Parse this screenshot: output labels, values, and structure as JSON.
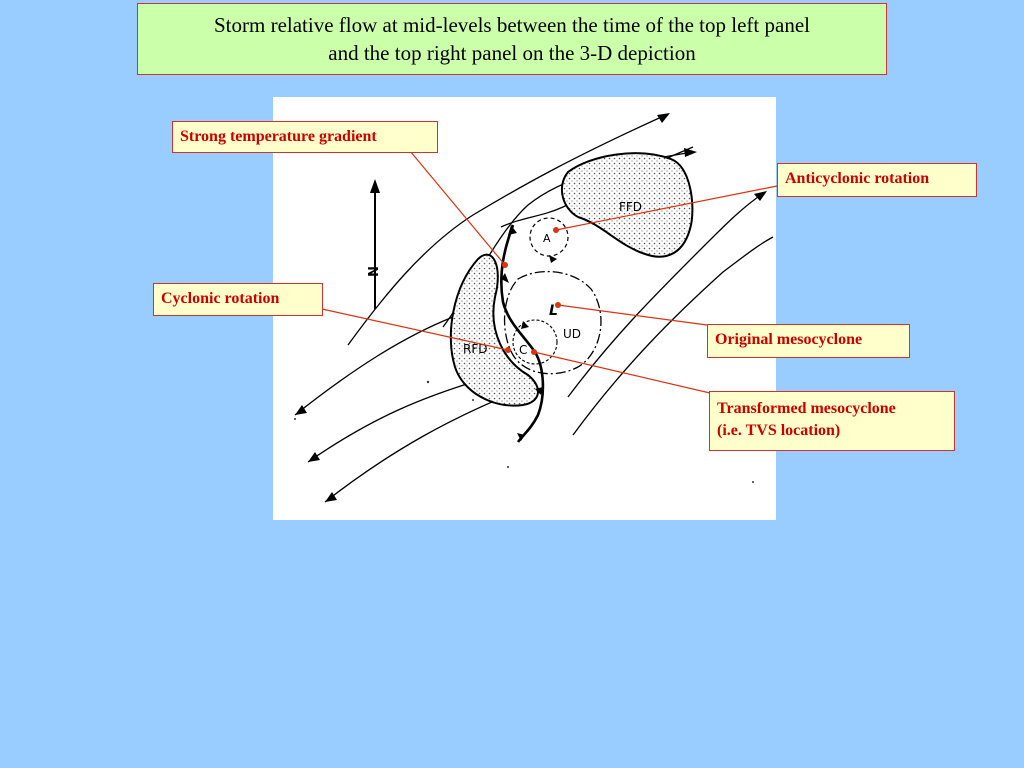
{
  "title": {
    "line1": "Storm relative flow at mid-levels between the time of the top left panel",
    "line2": "and the top right panel on the 3-D depiction"
  },
  "diagram": {
    "north_label": "N",
    "ffd_label": "FFD",
    "rfd_label": "RFD",
    "ud_label": "UD",
    "anticyclone_label": "A",
    "cyclone_label": "C",
    "low_label": "L"
  },
  "annotations": {
    "strong_gradient": "Strong temperature gradient",
    "anticyclonic": "Anticyclonic rotation",
    "cyclonic": "Cyclonic rotation",
    "original_meso": "Original mesocyclone",
    "transformed_line1": "Transformed mesocyclone",
    "transformed_line2": "(i.e. TVS location)"
  },
  "colors": {
    "background": "#99ccff",
    "title_fill": "#ccffaa",
    "label_fill": "#ffffcc",
    "label_text": "#cc0000",
    "leader_line": "#dd3311"
  }
}
